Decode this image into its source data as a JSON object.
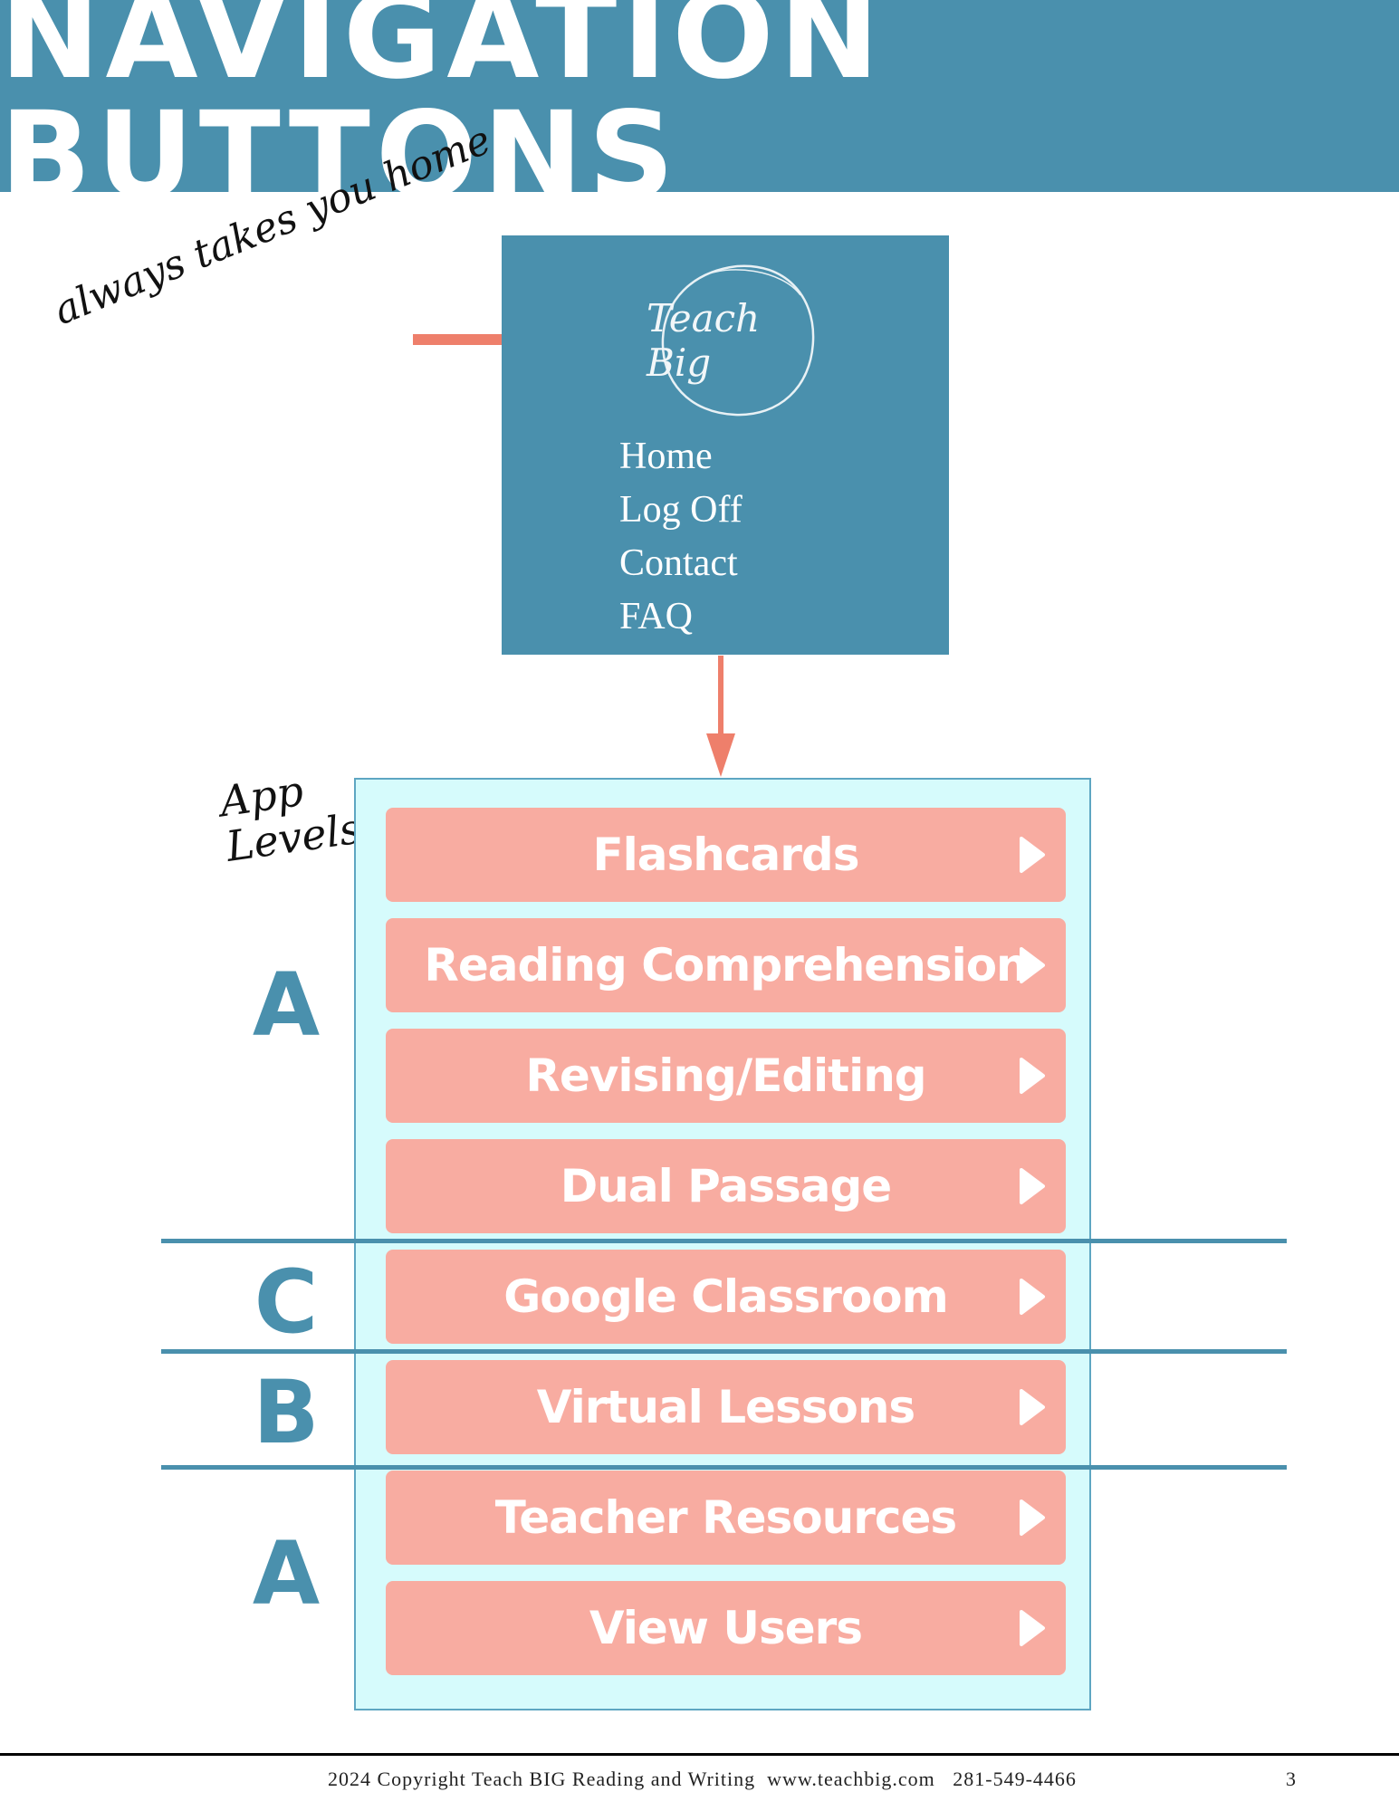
{
  "banner": {
    "title": "NAVIGATION BUTTONS"
  },
  "annotations": {
    "home_note": "always takes you home",
    "levels_note_line1": "App",
    "levels_note_line2": "Levels"
  },
  "nav_panel": {
    "logo_text": "Teach Big",
    "links": [
      "Home",
      "Log Off",
      "Contact",
      "FAQ"
    ]
  },
  "app_buttons": [
    "Flashcards",
    "Reading Comprehension",
    "Revising/Editing",
    "Dual Passage",
    "Google Classroom",
    "Virtual Lessons",
    "Teacher Resources",
    "View Users"
  ],
  "levels": [
    "A",
    "C",
    "B",
    "A"
  ],
  "colors": {
    "brand_blue": "#4a90ad",
    "button_salmon": "#f8aca1",
    "arrow_coral": "#ee7f6b",
    "panel_aqua": "#d6fbfc"
  },
  "footer": {
    "text": "2024 Copyright Teach BIG Reading and Writing  www.teachbig.com   281-549-4466",
    "page_number": "3"
  }
}
